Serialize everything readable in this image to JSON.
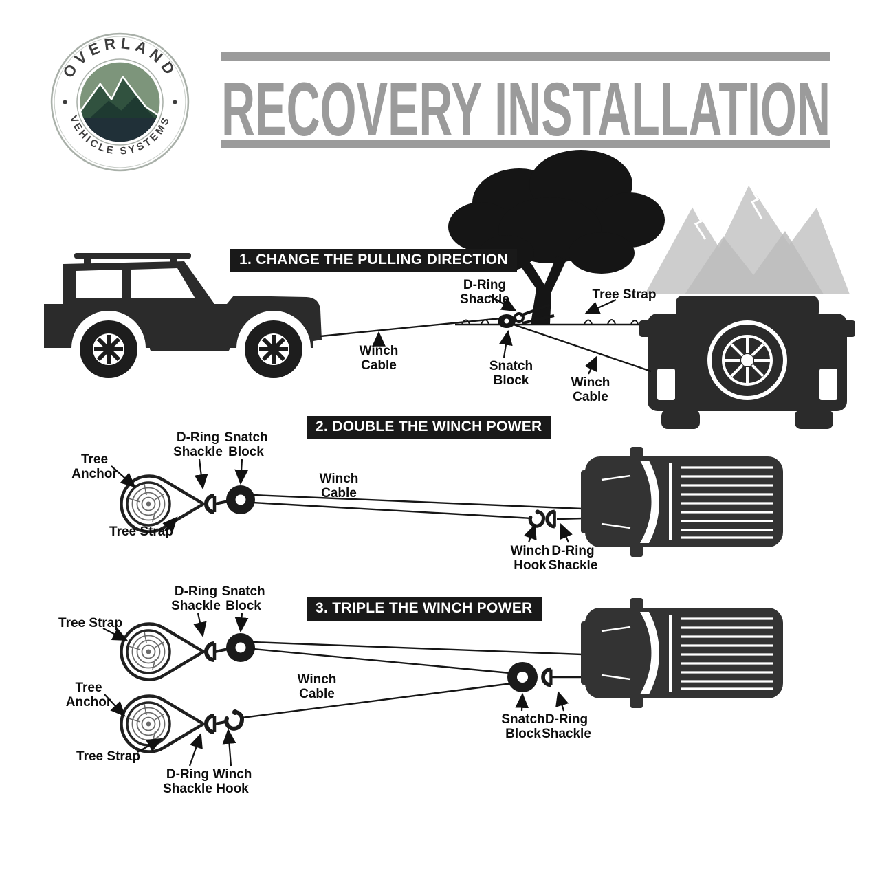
{
  "logo": {
    "arc_top": "OVERLAND",
    "arc_bottom": "VEHICLE SYSTEMS"
  },
  "title": "RECOVERY INSTALLATION",
  "colors": {
    "title_gray": "#9b9b9b",
    "silhouette_black": "#262626",
    "mountain_gray": "#cdcdcd",
    "logo_green": "#31523f",
    "logo_sage": "#7d957b",
    "header_bg": "#191919"
  },
  "section1": {
    "header": "1. CHANGE THE PULLING DIRECTION",
    "labels": {
      "dring": "D-Ring Shackle",
      "tree_strap": "Tree Strap",
      "winch_cable_left": "Winch Cable",
      "snatch_block": "Snatch Block",
      "winch_cable_right": "Winch\nCable"
    }
  },
  "section2": {
    "header": "2. DOUBLE THE WINCH POWER",
    "labels": {
      "dring_left": "D-Ring\nShackle",
      "snatch_block": "Snatch\nBlock",
      "tree_anchor": "Tree Anchor",
      "winch_cable": "Winch Cable",
      "tree_strap": "Tree Strap",
      "winch_hook": "Winch\nHook",
      "dring_right": "D-Ring\nShackle"
    }
  },
  "section3": {
    "header": "3. TRIPLE THE WINCH POWER",
    "labels": {
      "tree_strap_top": "Tree Strap",
      "dring_left": "D-Ring\nShackle",
      "snatch_block_left": "Snatch\nBlock",
      "tree_anchor": "Tree Anchor",
      "winch_cable": "Winch Cable",
      "tree_strap_bottom": "Tree Strap",
      "snatch_block_right": "Snatch\nBlock",
      "dring_right": "D-Ring\nShackle",
      "dring_bottom": "D-Ring\nShackle",
      "winch_hook": "Winch\nHook"
    }
  }
}
